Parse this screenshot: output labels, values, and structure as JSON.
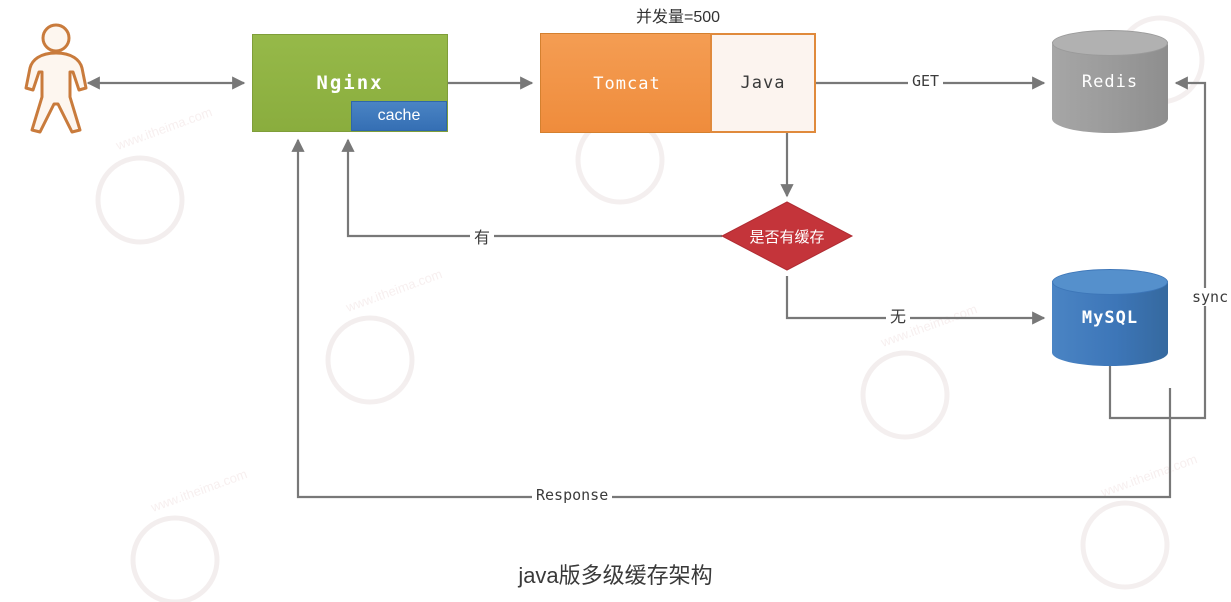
{
  "diagram": {
    "caption": "java版多级缓存架构",
    "concurrency_note": "并发量=500",
    "stroke_color": "#787878",
    "background": "#ffffff"
  },
  "nodes": {
    "actor": {
      "name": "user-actor",
      "label": "",
      "color": "#c97b3c"
    },
    "nginx": {
      "label": "Nginx",
      "color": "#8fb143"
    },
    "cache": {
      "label": "cache",
      "color": "#3b78bd"
    },
    "tomcat": {
      "label": "Tomcat",
      "color": "#f19448"
    },
    "java": {
      "label": "Java",
      "color": "#fcf4ef",
      "border": "#e08a3c"
    },
    "decision": {
      "label": "是否有缓存",
      "color": "#c4343a"
    },
    "redis": {
      "label": "Redis",
      "color": "#9a9a9a"
    },
    "mysql": {
      "label": "MySQL",
      "color": "#3d76b8"
    }
  },
  "edges": {
    "get": "GET",
    "cache_hit": "有",
    "cache_miss": "无",
    "sync": "sync",
    "response": "Response"
  },
  "watermark": {
    "text": "www.itheima.com"
  }
}
